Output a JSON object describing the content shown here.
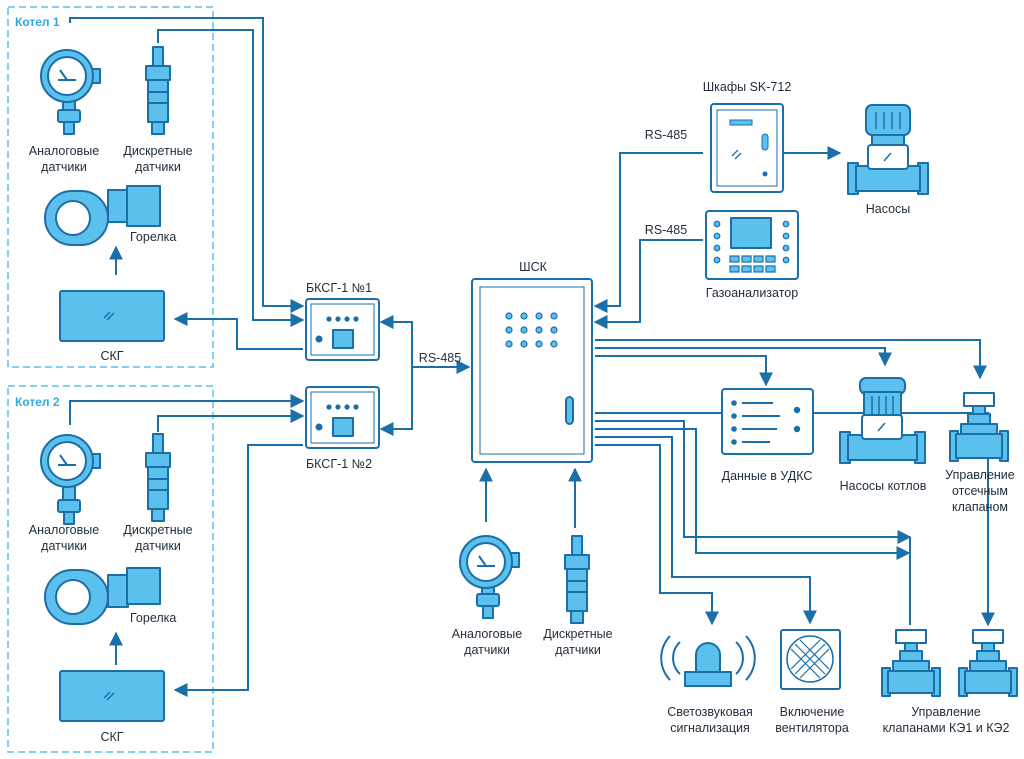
{
  "colors": {
    "fill_light": "#5bc0eb",
    "stroke": "#1a6fa8",
    "text": "#1f2d3a",
    "group_label": "#2fa9e0"
  },
  "groups": {
    "boiler1": "Котел 1",
    "boiler2": "Котел 2"
  },
  "boiler1": {
    "analog": [
      "Аналоговые",
      "датчики"
    ],
    "discrete": [
      "Дискретные",
      "датчики"
    ],
    "burner": "Горелка",
    "skg": "СКГ"
  },
  "boiler2": {
    "analog": [
      "Аналоговые",
      "датчики"
    ],
    "discrete": [
      "Дискретные",
      "датчики"
    ],
    "burner": "Горелка",
    "skg": "СКГ"
  },
  "bksg1": "БКСГ-1 №1",
  "bksg2": "БКСГ-1 №2",
  "shsk": "ШСК",
  "rs485_left": "RS-485",
  "rs485_top1": "RS-485",
  "rs485_top2": "RS-485",
  "cabinets": "Шкафы SK-712",
  "pumps": "Насосы",
  "gas_analyzer": "Газоанализатор",
  "udks": "Данные в УДКС",
  "boiler_pumps": "Насосы котлов",
  "shutoff_valve": [
    "Управление",
    "отсечным",
    "клапаном"
  ],
  "bottom_analog": [
    "Аналоговые",
    "датчики"
  ],
  "bottom_discrete": [
    "Дискретные",
    "датчики"
  ],
  "signal": [
    "Светозвуковая",
    "сигнализация"
  ],
  "fan": [
    "Включение",
    "вентилятора"
  ],
  "valves": [
    "Управление",
    "клапанами КЭ1 и КЭ2"
  ]
}
